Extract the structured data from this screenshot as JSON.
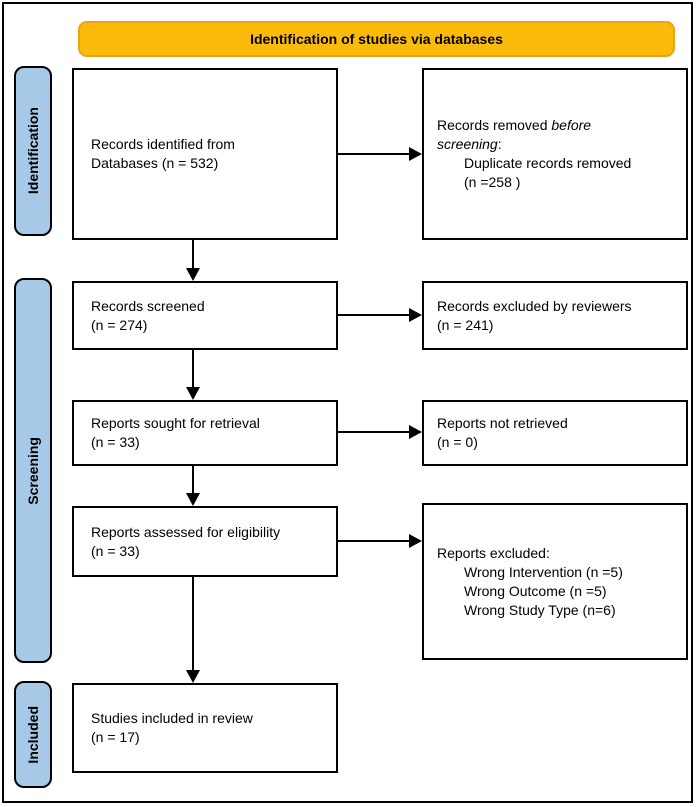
{
  "banner": {
    "label": "Identification of studies via databases"
  },
  "colors": {
    "banner_bg": "#FCBB0A",
    "stage_bg": "#A6C9E8",
    "box_border": "#000000",
    "text": "#000000"
  },
  "stages": {
    "identification": "Identification",
    "screening": "Screening",
    "included": "Included"
  },
  "boxes": {
    "identified": {
      "line1": "Records identified from",
      "line2": "Databases (n = 532)"
    },
    "removed": {
      "line1_normal": "Records removed ",
      "line1_italic": "before",
      "line2_italic": "screening",
      "line2_normal": ":",
      "items": [
        "Duplicate records removed",
        "(n =258 )"
      ]
    },
    "screened": {
      "line1": "Records screened",
      "line2": "(n = 274)"
    },
    "excluded_reviewers": {
      "line1": "Records excluded by reviewers",
      "line2": "(n = 241)"
    },
    "sought": {
      "line1": "Reports sought for retrieval",
      "line2": "(n = 33)"
    },
    "not_retrieved": {
      "line1": "Reports not retrieved",
      "line2": "(n = 0)"
    },
    "assessed": {
      "line1": "Reports assessed for eligibility",
      "line2": "(n = 33)"
    },
    "reports_excluded": {
      "intro": "Reports excluded:",
      "items": [
        "Wrong Intervention (n =5)",
        "Wrong Outcome (n =5)",
        "Wrong Study Type (n=6)"
      ]
    },
    "included_review": {
      "line1": "Studies included in review",
      "line2": "(n = 17)"
    }
  }
}
